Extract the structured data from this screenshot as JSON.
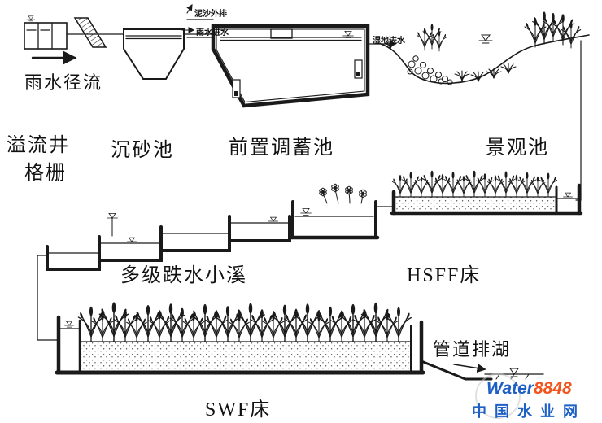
{
  "labels": {
    "rain_runoff": "雨水径流",
    "overflow_well": "溢流井",
    "grate": "格栅",
    "grit_chamber": "沉砂池",
    "pre_storage_tank": "前置调蓄池",
    "landscape_pond": "景观池",
    "cascade_stream": "多级跌水小溪",
    "hsff_bed": "HSFF床",
    "swf_bed": "SWF床",
    "pipe_to_lake": "管道排湖",
    "sediment_out": "泥沙外排",
    "rain_inflow": "雨水进水",
    "wetland_inflow": "湿地进水"
  },
  "logo": {
    "brand_water": "Water",
    "brand_number": "8848",
    "site_name": "中国水业网"
  },
  "colors": {
    "ink": "#1a1a1a",
    "brand_water": "#1e5fc4",
    "brand_number": "#f2541d",
    "site": "#1e5fc4",
    "watermark": "#c9c9c9"
  }
}
